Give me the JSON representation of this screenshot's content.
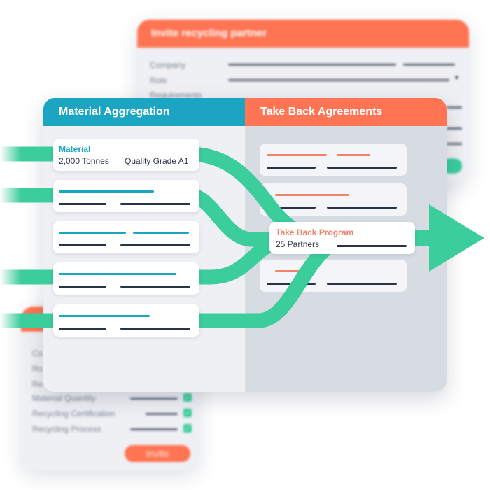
{
  "invite_panel": {
    "title": "Invite recycling partner",
    "fields": [
      {
        "label": "Company"
      },
      {
        "label": "Role"
      },
      {
        "label": "Requirements"
      }
    ]
  },
  "invite_panel_lower": {
    "partial_labels": [
      "Co",
      "Ro",
      "Re"
    ],
    "requirements": [
      {
        "label": "Material Quantity",
        "checked": true
      },
      {
        "label": "Recycling Certification",
        "checked": true
      },
      {
        "label": "Recycling Process",
        "checked": true
      }
    ],
    "invite_label": "Invite"
  },
  "material_aggregation": {
    "title": "Material Aggregation",
    "featured_card": {
      "label": "Material",
      "quantity": "2,000 Tonnes",
      "grade": "Quality Grade A1"
    }
  },
  "take_back_agreements": {
    "title": "Take Back Agreements",
    "program_card": {
      "label": "Take Back Program",
      "partners": "25 Partners"
    }
  },
  "colors": {
    "teal": "#1ba5c2",
    "coral": "#ff7452",
    "flow_green": "#3ccd9c",
    "dark_text": "#2a3447"
  }
}
